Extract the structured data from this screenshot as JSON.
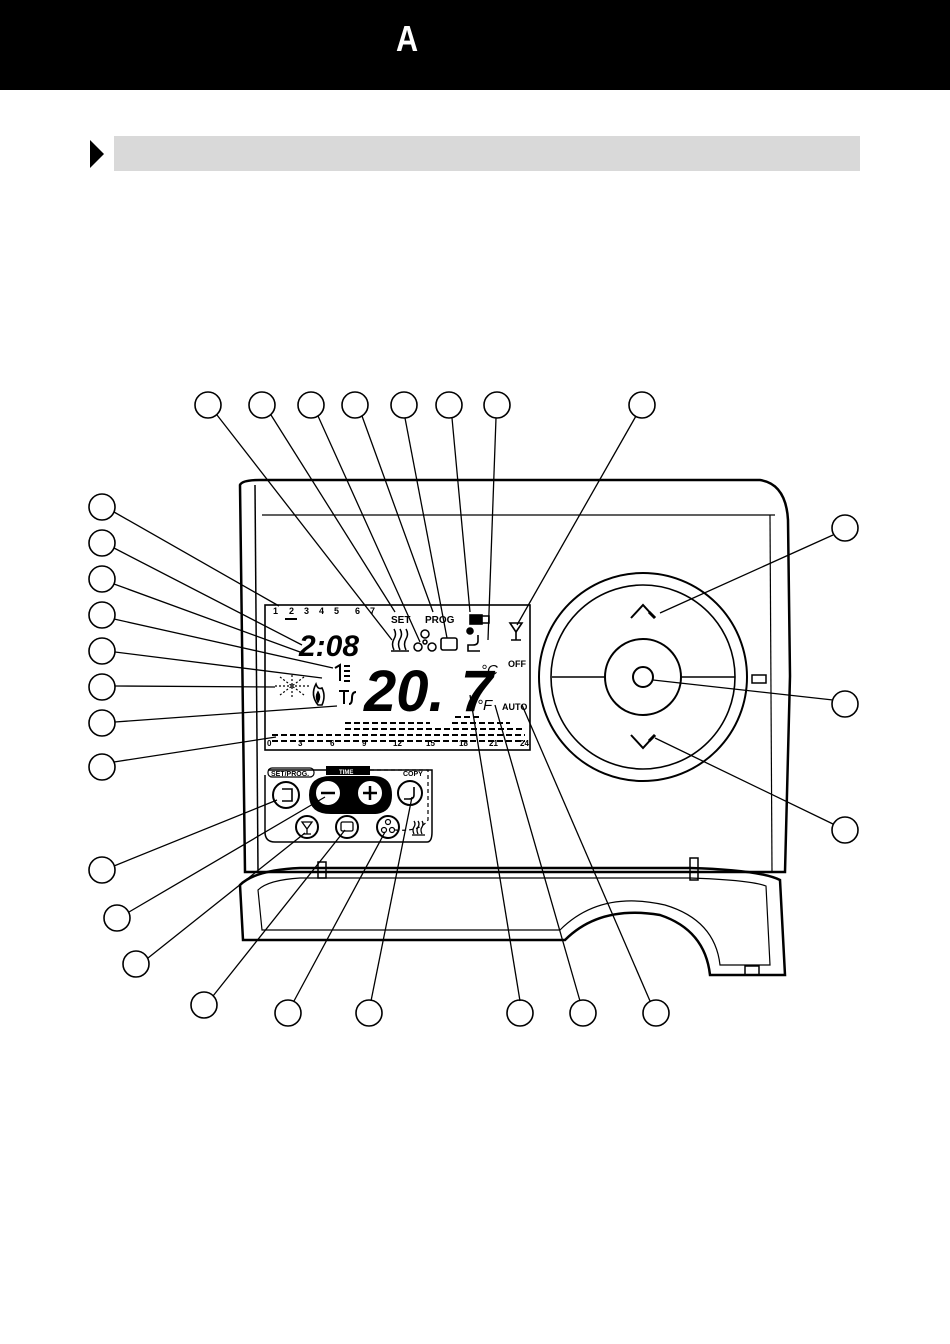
{
  "header": {
    "letter": "A"
  },
  "section": {
    "title": ""
  },
  "lcd": {
    "days": [
      "1",
      "2",
      "3",
      "4",
      "5",
      "6",
      "7"
    ],
    "clock": "2:08",
    "temperature": "20. 7",
    "unit_c": "°C",
    "unit_f": "°F",
    "set": "SET",
    "prog": "PROG",
    "off": "OFF",
    "auto": "AUTO",
    "scale": [
      "0",
      "3",
      "6",
      "9",
      "12",
      "15",
      "18",
      "21",
      "24"
    ]
  },
  "panel": {
    "set_prog": "SET/PROG.",
    "time": "TIME",
    "copy": "COPY"
  }
}
